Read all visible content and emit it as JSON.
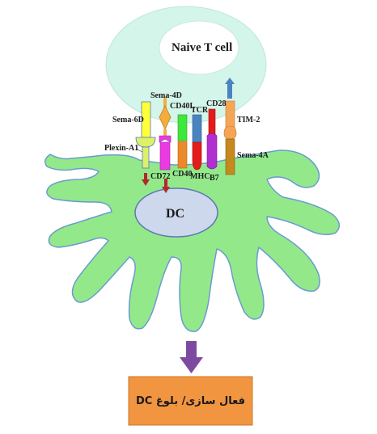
{
  "t_cell": {
    "label": "Naive T cell"
  },
  "dc": {
    "label": "DC"
  },
  "molecules": {
    "sema6d": "Sema-6D",
    "plexin_a1": "Plexin-A1",
    "sema4d": "Sema-4D",
    "cd72": "CD72",
    "cd40l": "CD40L",
    "cd40": "CD40",
    "tcr": "TCR",
    "mhc": "MHC",
    "cd28": "CD28",
    "b7": "B7",
    "tim2": "TIM-2",
    "sema4a": "Sema-4A"
  },
  "result": {
    "label": "فعال سازی/ بلوغ DC"
  },
  "colors": {
    "t_cell_outer": "#d3f5ea",
    "t_cell_inner": "#ffffff",
    "dc_body": "#93e98a",
    "dc_nucleus": "#cdd8ec",
    "arrow_down": "#b2282b",
    "arrow_up": "#4a84c0",
    "big_arrow": "#7e4aa1",
    "result_box": "#f29540"
  }
}
